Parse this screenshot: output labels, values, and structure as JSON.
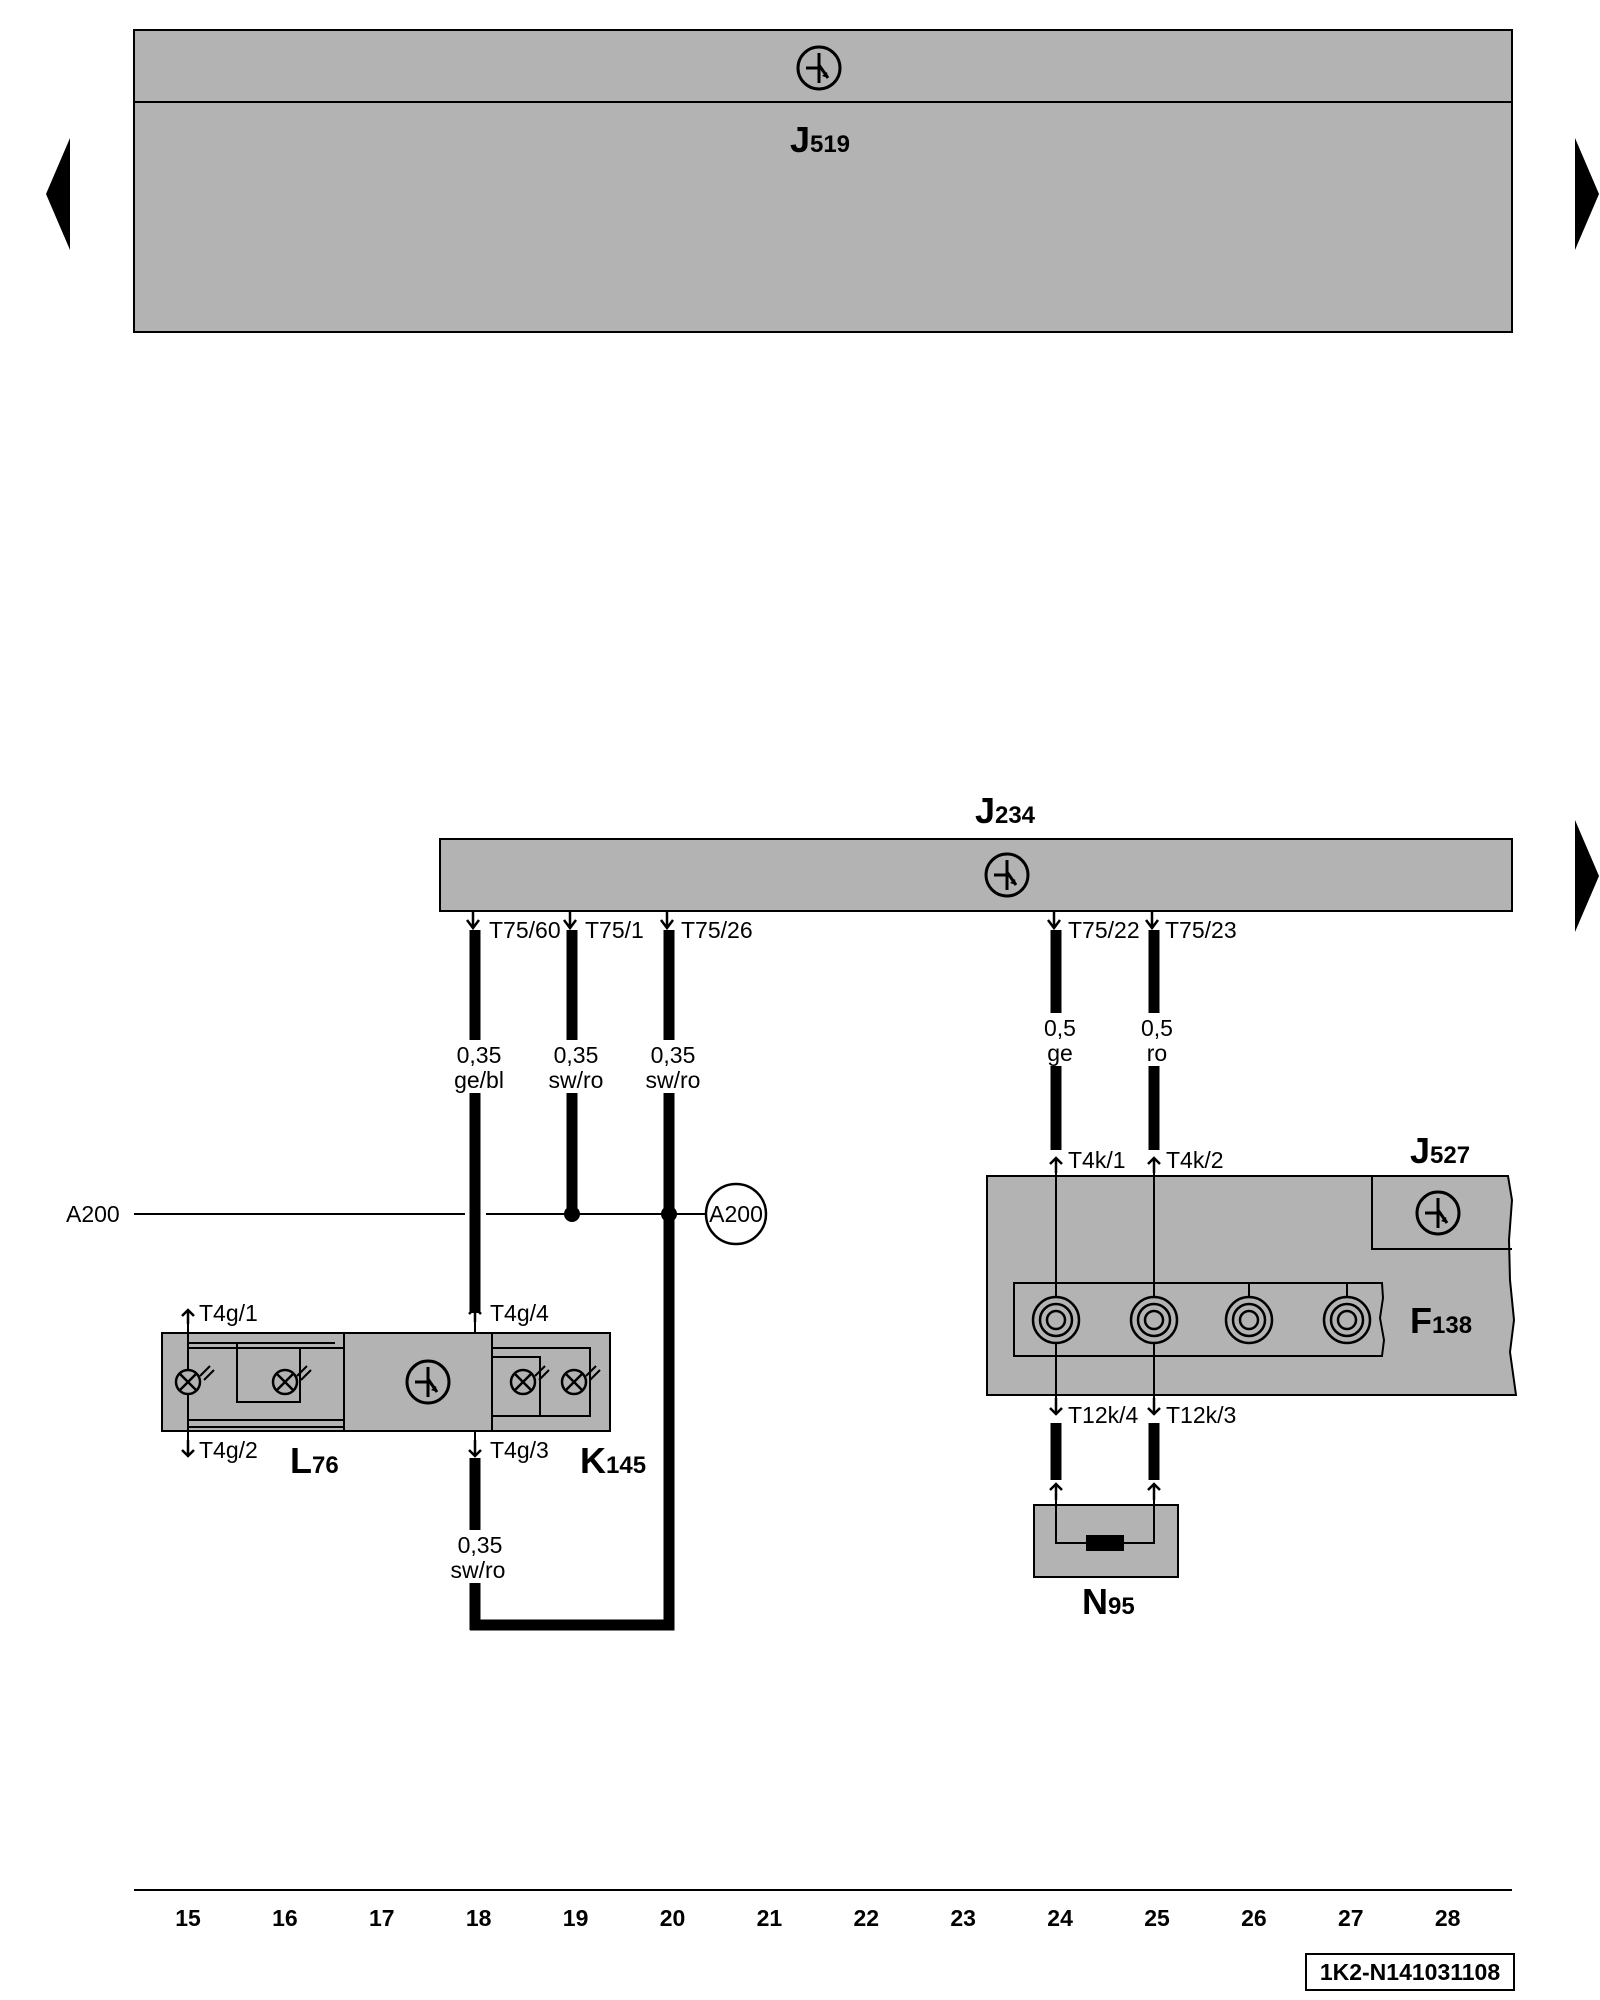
{
  "components": {
    "j519": {
      "letter": "J",
      "sub": "519"
    },
    "j234": {
      "letter": "J",
      "sub": "234"
    },
    "j527": {
      "letter": "J",
      "sub": "527"
    },
    "f138": {
      "letter": "F",
      "sub": "138"
    },
    "l76": {
      "letter": "L",
      "sub": "76"
    },
    "k145": {
      "letter": "K",
      "sub": "145"
    },
    "n95": {
      "letter": "N",
      "sub": "95"
    }
  },
  "pins": {
    "t75_60": "T75/60",
    "t75_1": "T75/1",
    "t75_26": "T75/26",
    "t75_22": "T75/22",
    "t75_23": "T75/23",
    "t4k_1": "T4k/1",
    "t4k_2": "T4k/2",
    "t12k_4": "T12k/4",
    "t12k_3": "T12k/3",
    "t4g_1": "T4g/1",
    "t4g_2": "T4g/2",
    "t4g_3": "T4g/3",
    "t4g_4": "T4g/4"
  },
  "wires": {
    "w18_top": {
      "size": "0,35",
      "color": "ge/bl"
    },
    "w19": {
      "size": "0,35",
      "color": "sw/ro"
    },
    "w20": {
      "size": "0,35",
      "color": "sw/ro"
    },
    "w24": {
      "size": "0,5",
      "color": "ge"
    },
    "w25": {
      "size": "0,5",
      "color": "ro"
    },
    "w18_bottom": {
      "size": "0,35",
      "color": "sw/ro"
    }
  },
  "bus": {
    "left_label": "A200",
    "right_label": "A200"
  },
  "columns": [
    "15",
    "16",
    "17",
    "18",
    "19",
    "20",
    "21",
    "22",
    "23",
    "24",
    "25",
    "26",
    "27",
    "28"
  ],
  "reference": "1K2-N141031108",
  "colors": {
    "component_fill": "#b3b3b3",
    "line": "#000000",
    "background": "#ffffff"
  }
}
